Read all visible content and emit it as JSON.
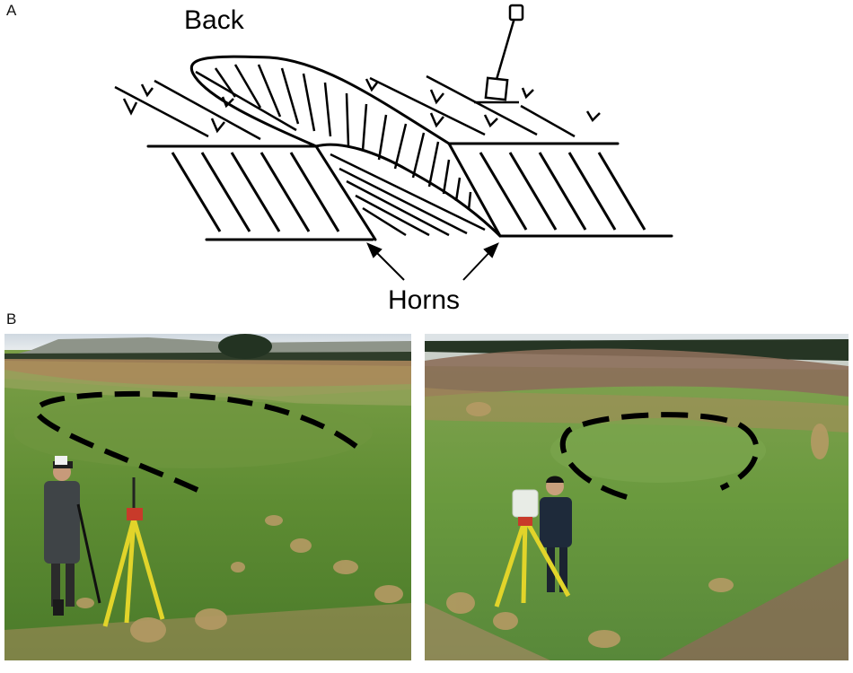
{
  "panel_labels": {
    "a": "A",
    "b": "B"
  },
  "diagram": {
    "back_label": "Back",
    "horns_label": "Horns"
  }
}
